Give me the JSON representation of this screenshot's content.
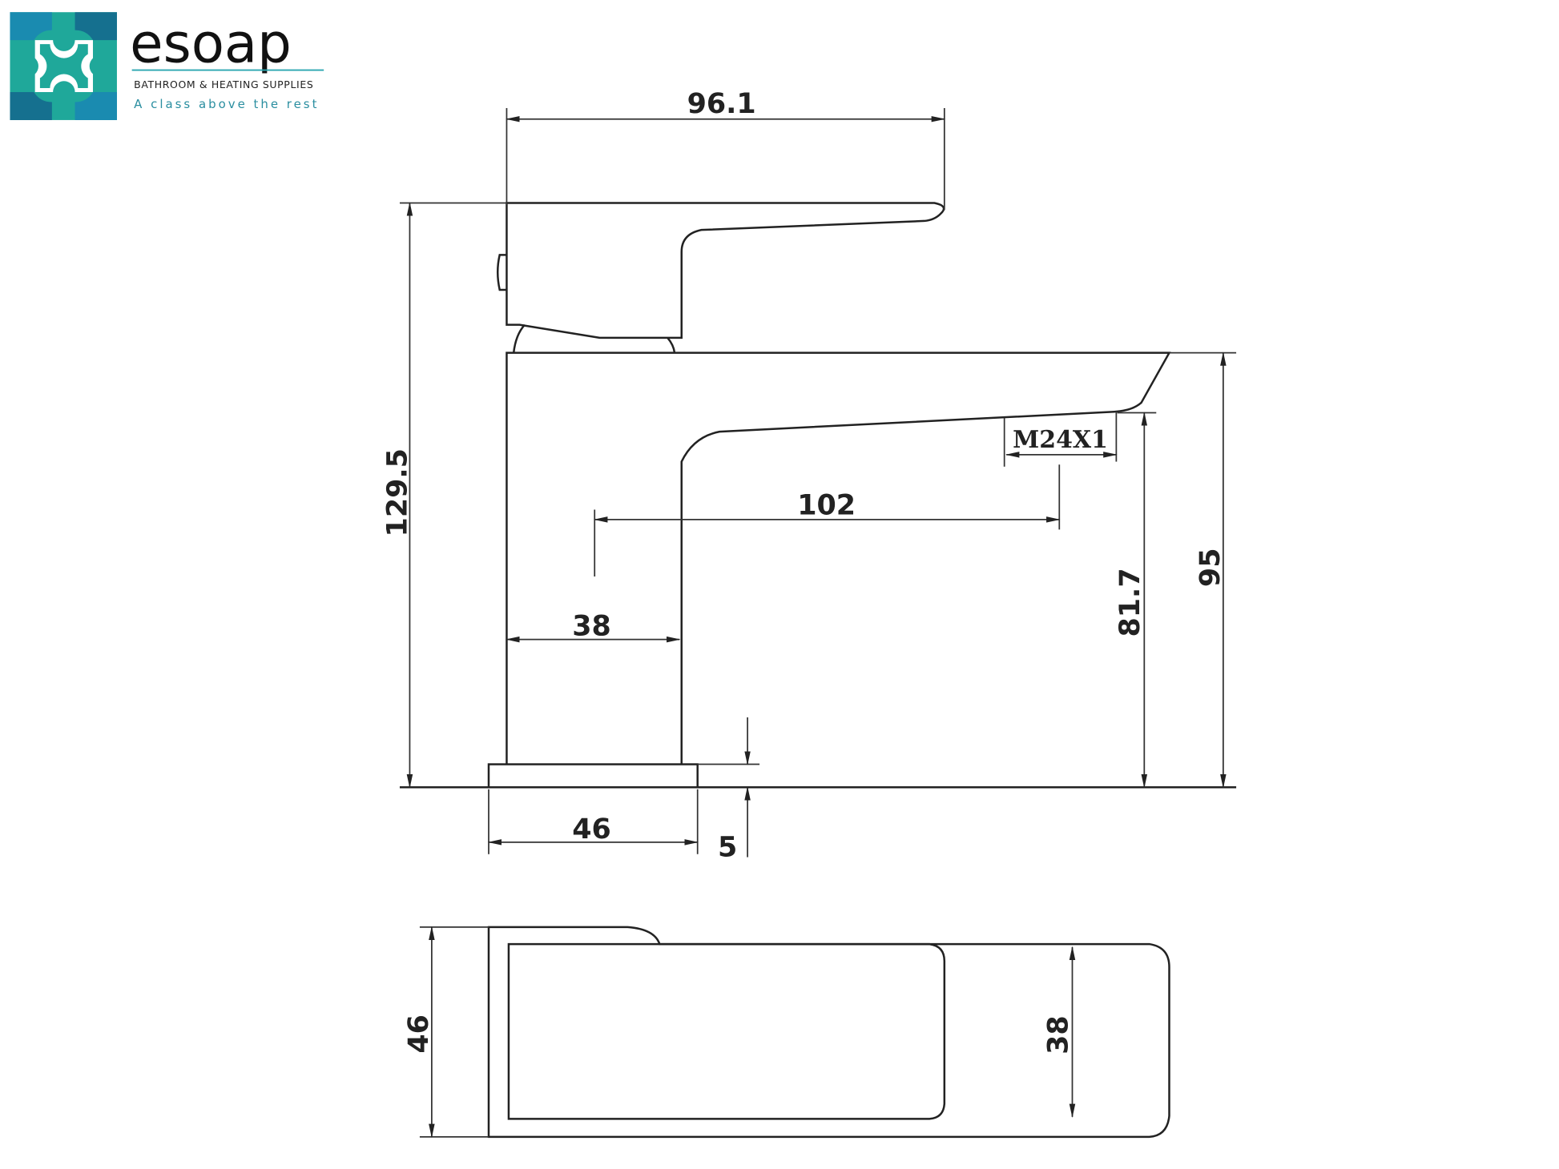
{
  "logo": {
    "brand": "esoap",
    "subtitle": "BATHROOM & HEATING SUPPLIES",
    "tagline": "A class above the rest",
    "colors": {
      "teal": "#1fa89a",
      "blue": "#1a8bb0",
      "dark_blue": "#15708f"
    }
  },
  "dimensions": {
    "handle_length": "96.1",
    "total_height": "129.5",
    "spout_height": "95",
    "outlet_height": "81.7",
    "thread": "M24X1",
    "spout_reach": "102",
    "body_width": "38",
    "base_width": "46",
    "base_thickness": "5",
    "plan_depth": "46",
    "plan_spout_width": "38"
  }
}
